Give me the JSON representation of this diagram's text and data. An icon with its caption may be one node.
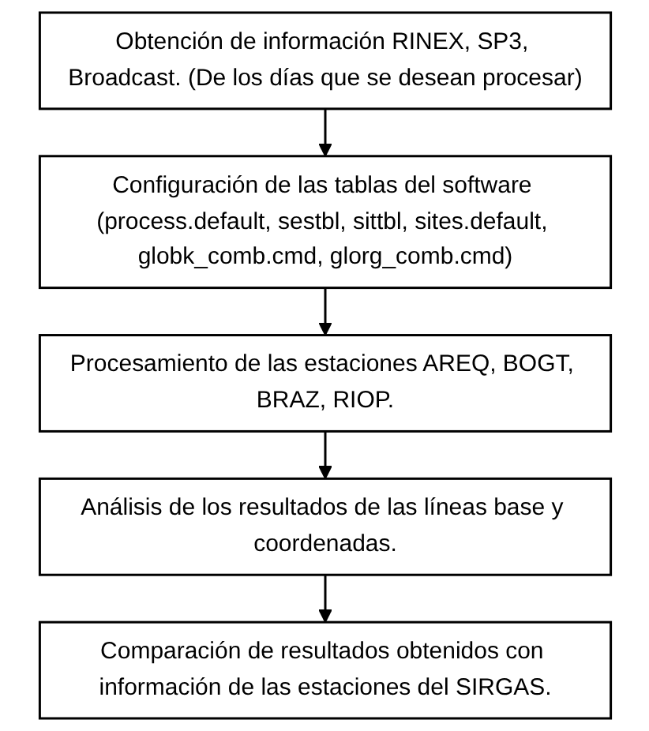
{
  "diagram": {
    "nodes": [
      {
        "text": [
          "Obtención de información RINEX, SP3, Broadcast. (De los días que se desean procesar)"
        ]
      },
      {
        "text": [
          "Configuración de las tablas del software (process.default, sestbl, sittbl, sites.default, globk_comb.cmd, glorg_comb.cmd)"
        ]
      },
      {
        "text": [
          "Procesamiento de las estaciones AREQ, BOGT, BRAZ, RIOP."
        ]
      },
      {
        "text": [
          "Análisis de los resultados de las líneas base y coordenadas."
        ]
      },
      {
        "text": [
          "Comparación de resultados obtenidos con información de las estaciones del SIRGAS."
        ]
      }
    ],
    "edges": [
      {
        "from": 0,
        "to": 1,
        "arrow": "to"
      },
      {
        "from": 1,
        "to": 2,
        "arrow": "to"
      },
      {
        "from": 2,
        "to": 3,
        "arrow": "to"
      },
      {
        "from": 3,
        "to": 4,
        "arrow": "to"
      }
    ]
  }
}
